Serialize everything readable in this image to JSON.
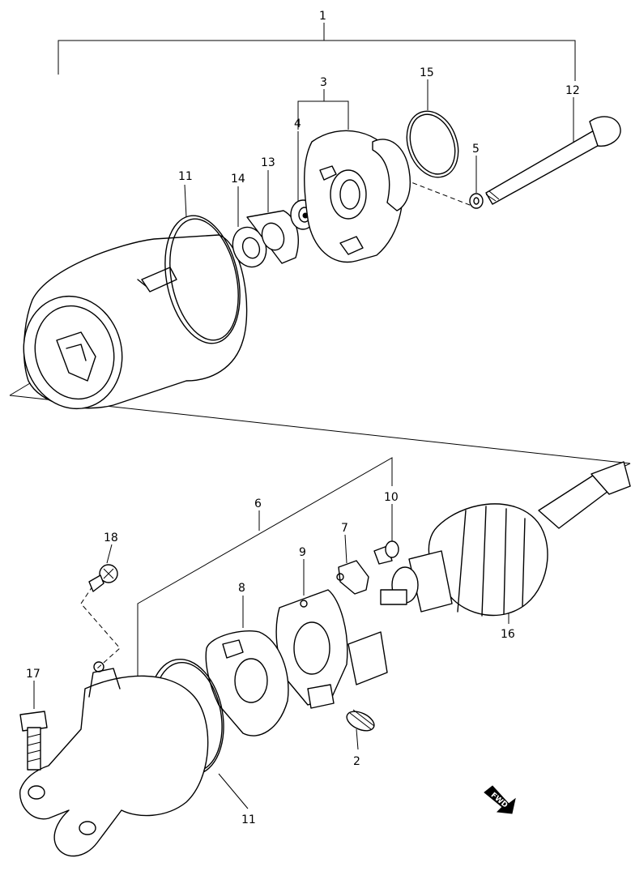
{
  "callouts": [
    {
      "id": "c1",
      "text": "1"
    },
    {
      "id": "c3",
      "text": "3"
    },
    {
      "id": "c15",
      "text": "15"
    },
    {
      "id": "c12",
      "text": "12"
    },
    {
      "id": "c4",
      "text": "4"
    },
    {
      "id": "c5",
      "text": "5"
    },
    {
      "id": "c11a",
      "text": "11"
    },
    {
      "id": "c14",
      "text": "14"
    },
    {
      "id": "c13",
      "text": "13"
    },
    {
      "id": "c6",
      "text": "6"
    },
    {
      "id": "c10",
      "text": "10"
    },
    {
      "id": "c18",
      "text": "18"
    },
    {
      "id": "c7",
      "text": "7"
    },
    {
      "id": "c9",
      "text": "9"
    },
    {
      "id": "c8",
      "text": "8"
    },
    {
      "id": "c16",
      "text": "16"
    },
    {
      "id": "c17",
      "text": "17"
    },
    {
      "id": "c2",
      "text": "2"
    },
    {
      "id": "c11b",
      "text": "11"
    }
  ],
  "fwd_badge": "FWD"
}
